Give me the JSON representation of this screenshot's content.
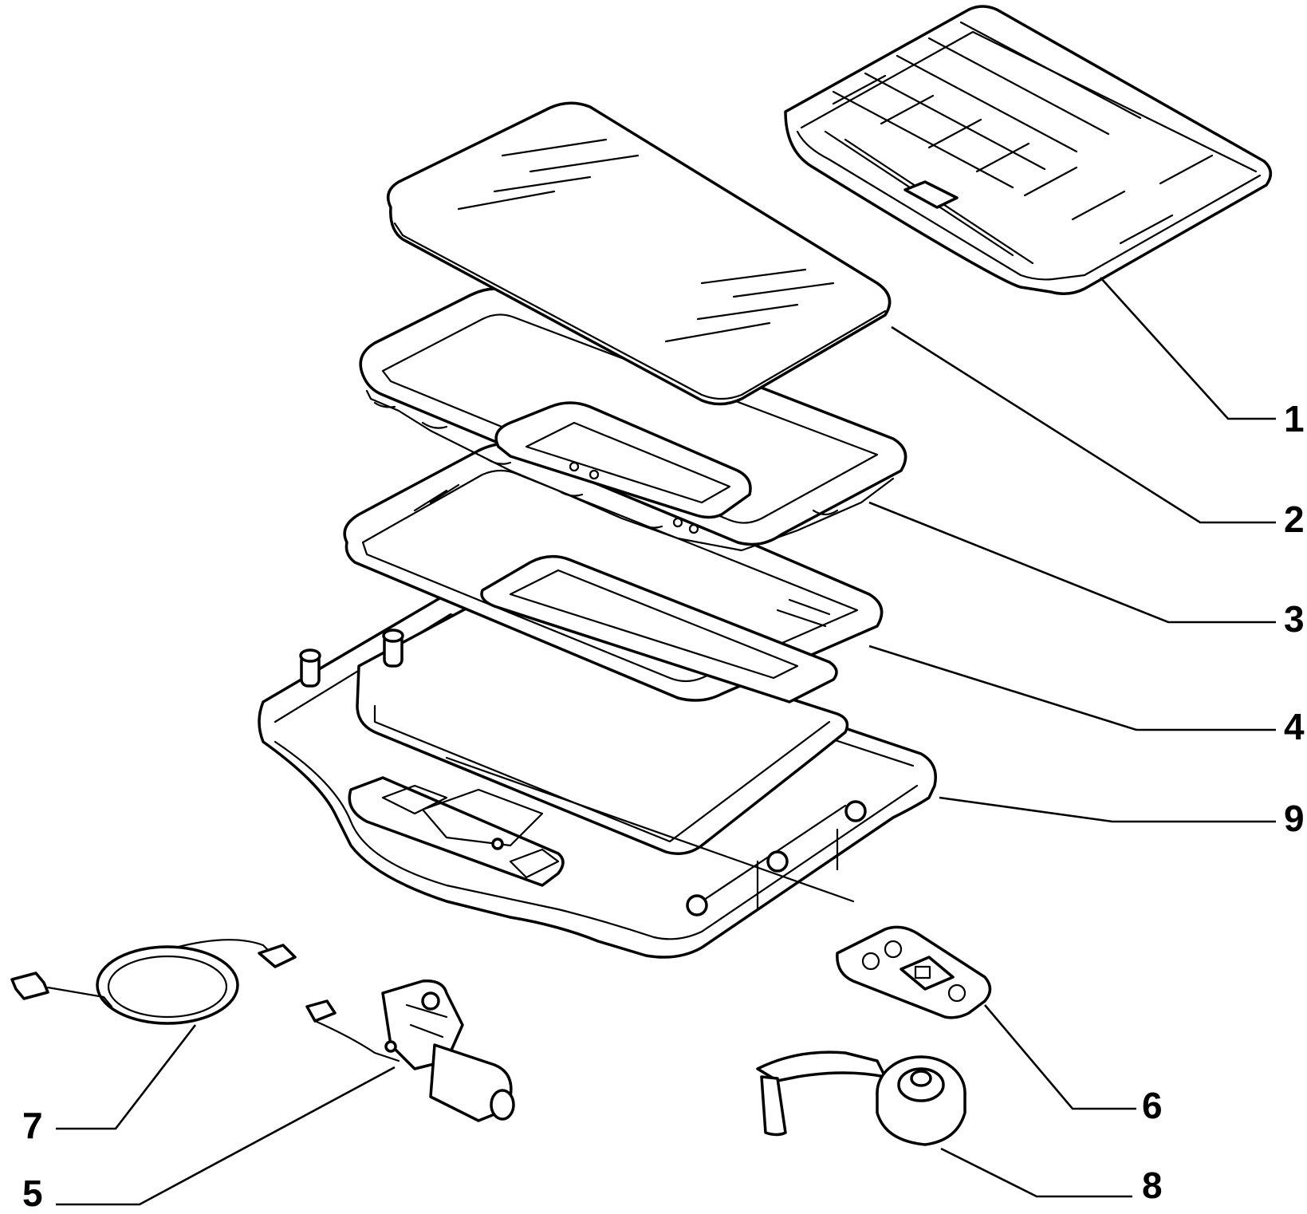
{
  "callouts": [
    {
      "id": "1",
      "label": "1"
    },
    {
      "id": "2",
      "label": "2"
    },
    {
      "id": "3",
      "label": "3"
    },
    {
      "id": "4",
      "label": "4"
    },
    {
      "id": "9",
      "label": "9"
    },
    {
      "id": "6",
      "label": "6"
    },
    {
      "id": "7",
      "label": "7"
    },
    {
      "id": "8",
      "label": "8"
    },
    {
      "id": "5",
      "label": "5"
    }
  ]
}
